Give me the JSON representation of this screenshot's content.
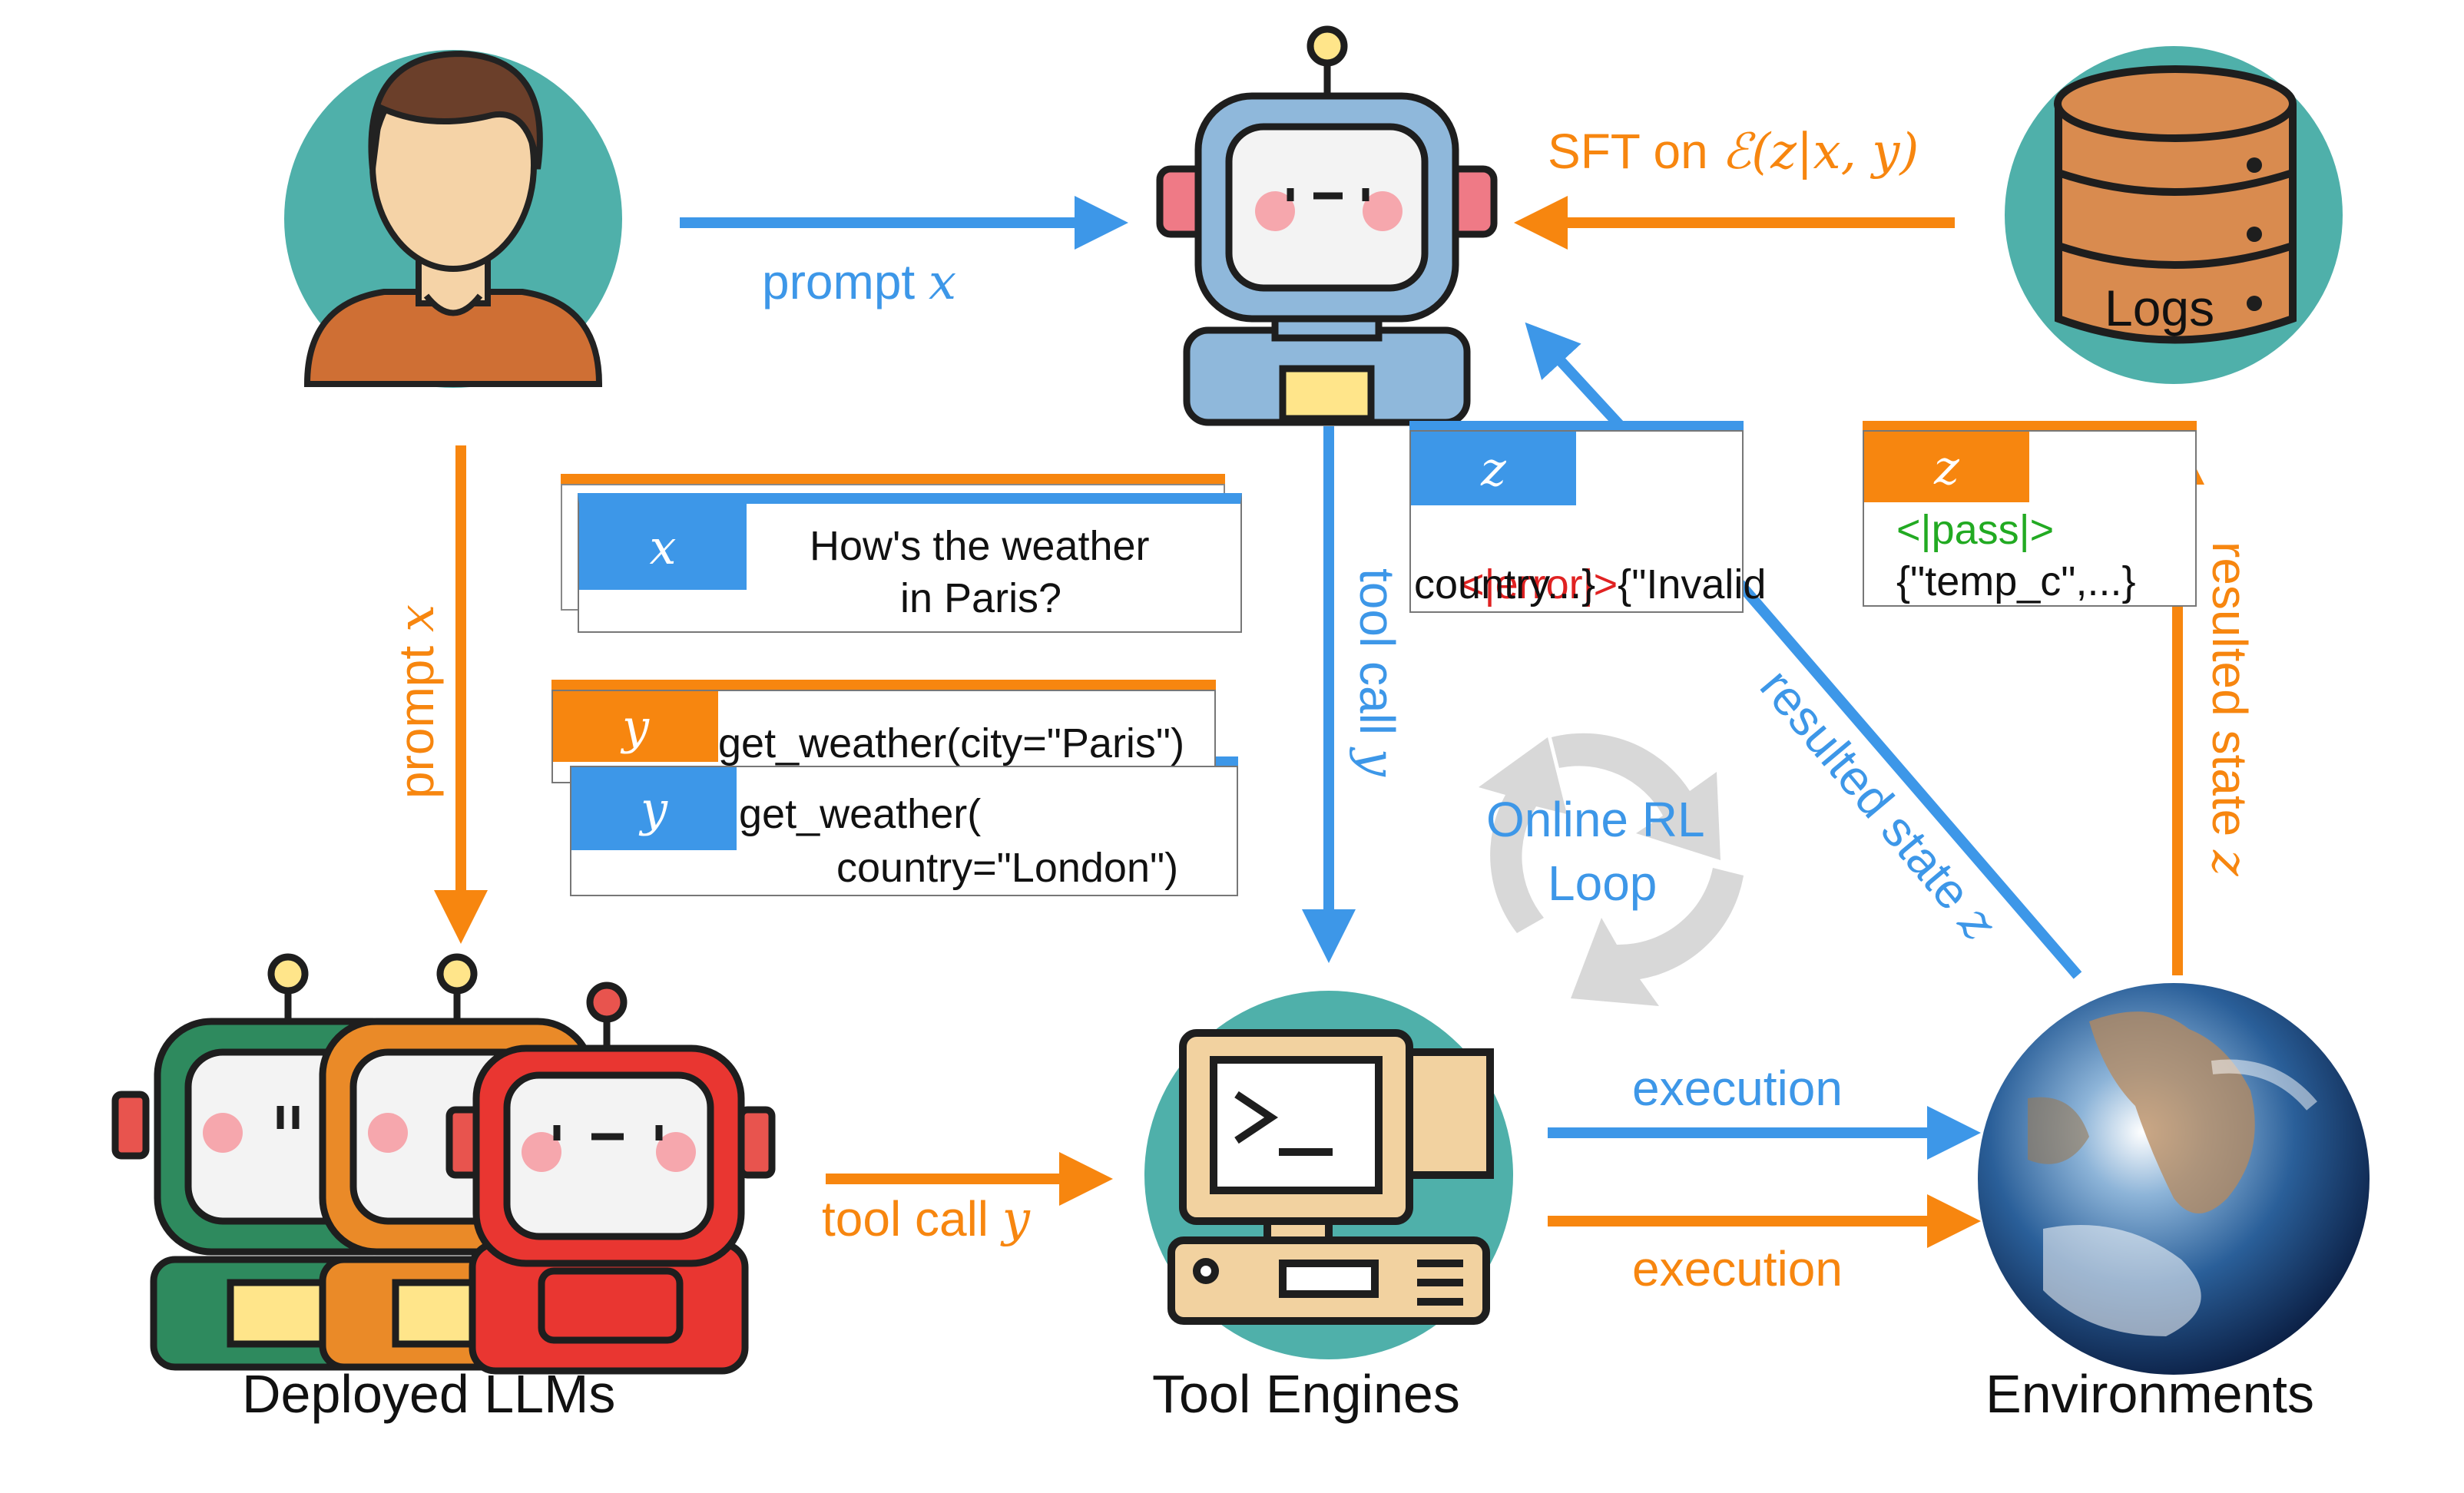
{
  "colors": {
    "blue": "#3d97e8",
    "orange": "#f7860f",
    "teal": "#4fb0aa",
    "red": "#e02222",
    "green": "#22aa22",
    "gray": "#d8d8d8"
  },
  "icons": {
    "user": "user-avatar-icon",
    "central_robot": "robot-icon",
    "logs": "database-icon",
    "deployed": "robot-group-icon",
    "tool": "computer-terminal-icon",
    "env": "earth-globe-icon",
    "loop": "refresh-loop-icon"
  },
  "labels": {
    "prompt_top": "prompt",
    "prompt_left": "prompt",
    "var_x": "x",
    "var_y": "y",
    "var_z": "z",
    "sft_prefix": "SFT on ",
    "sft_formula": "ℰ(z|x, y)",
    "logs": "Logs",
    "tool_call_vertical": "tool call",
    "tool_call_horizontal": "tool call",
    "resulted_state_diag": "resulted state",
    "resulted_state_right": "resulted state",
    "execution_top": "execution",
    "execution_bottom": "execution",
    "online_rl_1": "Online RL",
    "online_rl_2": "Loop",
    "deployed_llms": "Deployed LLMs",
    "tool_engines": "Tool Engines",
    "environments": "Environments"
  },
  "cards": {
    "x_card": {
      "tab": "x",
      "line1": "How's the weather",
      "line2": "in Paris?"
    },
    "y_orange": {
      "tab": "y",
      "text": "get_weather(city=\"Paris\")"
    },
    "y_blue": {
      "tab": "y",
      "line1": "get_weather(",
      "line2": "country=\"London\")"
    },
    "z_error": {
      "tab": "z",
      "tag": "<|error|>",
      "rest": "{\"Invalid",
      "line2": "country...}"
    },
    "z_pass": {
      "tab": "z",
      "tag": "<|pass|>",
      "line2": "{\"temp_c\",...}"
    }
  }
}
